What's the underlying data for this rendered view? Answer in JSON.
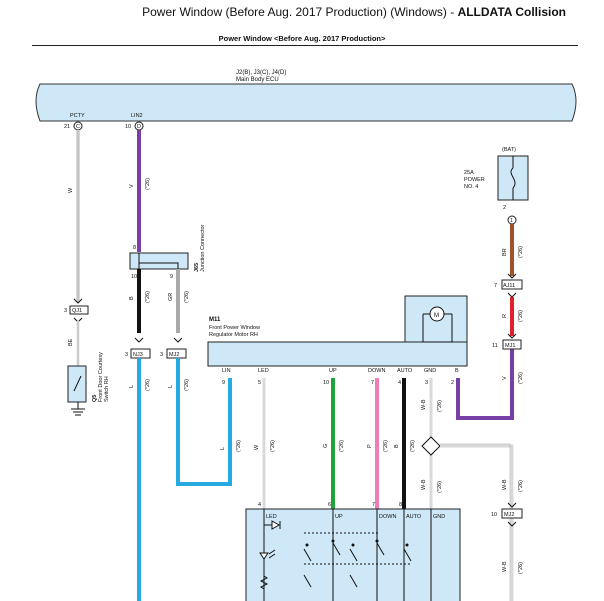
{
  "header": {
    "title_main": "Power Window (Before Aug. 2017 Production) (Windows) - ",
    "title_brand": "ALLDATA Collision",
    "subtitle": "Power Window <Before Aug. 2017 Production>"
  },
  "ecu": {
    "codes": "J2(B), J3(C), J4(D)",
    "name": "Main Body ECU",
    "pins": [
      {
        "name": "PCTY",
        "num": "21",
        "conn": "C"
      },
      {
        "name": "LIN2",
        "num": "10",
        "conn": "D"
      }
    ]
  },
  "junction": {
    "code": "J65",
    "name": "Junction Connector",
    "pins": [
      "8",
      "10",
      "9"
    ]
  },
  "fuse": {
    "source": "(BAT)",
    "rating": "25A",
    "name": "POWER",
    "number": "NO. 4",
    "pins": [
      "2",
      "1"
    ]
  },
  "motor": {
    "code": "M11",
    "name_line1": "Front Power Window",
    "name_line2": "Regulator Motor RH",
    "motor_symbol": "M",
    "terminals": [
      {
        "num": "9",
        "name": "LIN"
      },
      {
        "num": "5",
        "name": "LED"
      },
      {
        "num": "10",
        "name": "UP"
      },
      {
        "num": "7",
        "name": "DOWN"
      },
      {
        "num": "4",
        "name": "AUTO"
      },
      {
        "num": "3",
        "name": "GND"
      },
      {
        "num": "2",
        "name": "B"
      }
    ]
  },
  "courtesy_switch": {
    "code": "Q5",
    "name_line1": "Front Door Courtesy",
    "name_line2": "Switch RH"
  },
  "connectors": [
    {
      "name": "QJ1",
      "pin": "3"
    },
    {
      "name": "NJ3",
      "pin": "3"
    },
    {
      "name": "MJ2",
      "pin": "3"
    },
    {
      "name": "AJ11",
      "pin": "7"
    },
    {
      "name": "MJ1",
      "pin": "11"
    },
    {
      "name": "MJ2",
      "pin": "10"
    }
  ],
  "wires": {
    "pcty": {
      "color": "W"
    },
    "qj1_q5": {
      "color": "BE"
    },
    "lin2": {
      "color": "V",
      "size": "(*26)"
    },
    "nj3": {
      "color": "B",
      "size": "(*26)"
    },
    "mj2": {
      "color": "GR",
      "size": "(*26)"
    },
    "lin_blue_low": {
      "color": "L",
      "size": "(*26)"
    },
    "lin_blue_mid": {
      "color": "L",
      "size": "(*26)"
    },
    "lin_blue_right": {
      "color": "L",
      "size": "(*26)"
    },
    "fuse_br": {
      "color": "BR",
      "size": "(*26)"
    },
    "fuse_r": {
      "color": "R",
      "size": "(*26)"
    },
    "fuse_v": {
      "color": "V",
      "size": "(*26)"
    },
    "gnd_wb": {
      "color": "W-B",
      "size": "(*26)"
    },
    "led_w": {
      "color": "W",
      "size": "(*26)"
    },
    "up_g": {
      "color": "G",
      "size": "(*26)"
    },
    "down_p": {
      "color": "P",
      "size": "(*26)"
    },
    "auto_b": {
      "color": "B",
      "size": "(*26)"
    },
    "gnd_wb2": {
      "color": "W-B",
      "size": "(*26)"
    },
    "right_wb1": {
      "color": "W-B",
      "size": "(*26)"
    },
    "right_wb2": {
      "color": "W-B",
      "size": "(*26)"
    }
  },
  "switch_unit": {
    "pins": [
      "4",
      "6",
      "7",
      "8"
    ],
    "labels": [
      "LED",
      "UP",
      "DOWN",
      "AUTO",
      "GND"
    ]
  },
  "colors": {
    "ecu_fill": "#cfe8f7",
    "violet": "#7a3fa6",
    "blue": "#27a9e1",
    "brown": "#a0522d",
    "red": "#e0202a",
    "gray": "#a9a9a9",
    "green": "#1fa33a",
    "pink": "#f07cb8",
    "black": "#111111",
    "white_wire": "#d9d9d9"
  }
}
